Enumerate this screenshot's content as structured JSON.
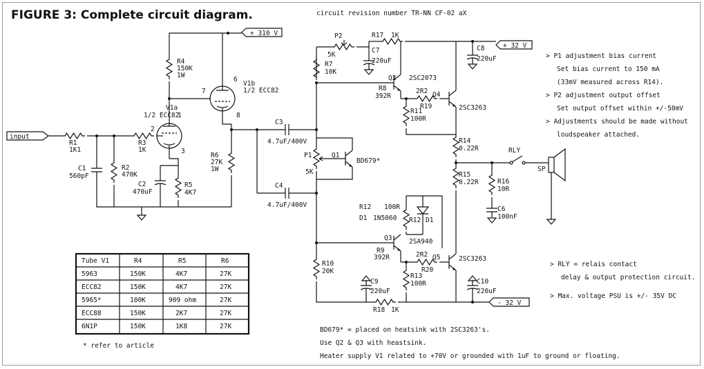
{
  "figure_title": "FIGURE 3: Complete circuit diagram.",
  "revision": "circuit revision number TR-NN CF-02 aX",
  "supply": {
    "hv": "+ 310 V",
    "pos": "+ 32 V",
    "neg": "- 32 V"
  },
  "input_label": "input",
  "components": {
    "R1": {
      "name": "R1",
      "value": "1K1"
    },
    "C1": {
      "name": "C1",
      "value": "560pF"
    },
    "R2": {
      "name": "R2",
      "value": "470K"
    },
    "R3": {
      "name": "R3",
      "value": "1K"
    },
    "R4": {
      "name": "R4",
      "value": "150K",
      "extra": "1W"
    },
    "V1a": {
      "name": "V1a",
      "value": "1/2 ECC82"
    },
    "V1b": {
      "name": "V1b",
      "value": "1/2 ECC82"
    },
    "C2": {
      "name": "C2",
      "value": "470uF"
    },
    "R5": {
      "name": "R5",
      "value": "4K7"
    },
    "R6": {
      "name": "R6",
      "value": "27K",
      "extra": "1W"
    },
    "C3": {
      "name": "C3",
      "value": "4.7uF/400V"
    },
    "C4": {
      "name": "C4",
      "value": "4.7uF/400V"
    },
    "P1": {
      "name": "P1",
      "value": "5K"
    },
    "Q1": {
      "name": "Q1",
      "value": "BD679*"
    },
    "P2": {
      "name": "P2",
      "value": "5K"
    },
    "R7": {
      "name": "R7",
      "value": "10K"
    },
    "C7": {
      "name": "C7",
      "value": "220uF"
    },
    "R17": {
      "name": "R17",
      "value": "1K"
    },
    "C8": {
      "name": "C8",
      "value": "220uF"
    },
    "Q2": {
      "name": "Q2",
      "value": "2SC2073"
    },
    "R8": {
      "name": "R8",
      "value": "392R"
    },
    "R19": {
      "name": "R19",
      "value": "2R2"
    },
    "Q4": {
      "name": "Q4",
      "value": "2SC3263"
    },
    "R11": {
      "name": "R11",
      "value": "100R"
    },
    "R14": {
      "name": "R14",
      "value": "0.22R"
    },
    "R15": {
      "name": "R15",
      "value": "0.22R"
    },
    "R16": {
      "name": "R16",
      "value": "10R"
    },
    "C6": {
      "name": "C6",
      "value": "100nF"
    },
    "RLY": {
      "name": "RLY"
    },
    "SP": {
      "name": "SP"
    },
    "R12": {
      "name": "R12",
      "value": "100R"
    },
    "D1": {
      "name": "D1",
      "value": "1N5060"
    },
    "Q3": {
      "name": "Q3",
      "value": "2SA940"
    },
    "R9": {
      "name": "R9",
      "value": "392R"
    },
    "R20": {
      "name": "R20",
      "value": "2R2"
    },
    "Q5": {
      "name": "Q5",
      "value": "2SC3263"
    },
    "R10": {
      "name": "R10",
      "value": "20K"
    },
    "R13": {
      "name": "R13",
      "value": "100R"
    },
    "C9": {
      "name": "C9",
      "value": "220uF"
    },
    "C10": {
      "name": "C10",
      "value": "220uF"
    },
    "R18": {
      "name": "R18",
      "value": "1K"
    }
  },
  "pins": {
    "p1": "1",
    "p2": "2",
    "p3": "3",
    "p6": "6",
    "p7": "7",
    "p8": "8"
  },
  "notes_top": [
    "> P1 adjustment bias current",
    "Set bias current to 150 mA",
    "(33mV measured across R14).",
    "> P2 adjustment output offset",
    "Set output offset within +/-50mV",
    "> Adjustments should be made without",
    "loudspeaker attached."
  ],
  "notes_bottom_right": [
    "> RLY = relais contact",
    "delay & output protection circuit.",
    "> Max. voltage PSU is +/- 35V DC"
  ],
  "notes_bottom": [
    "BD679* = placed on heatsink with 2SC3263's.",
    "Use Q2 & Q3 with heastsink.",
    "Heater supply V1 related to +70V or grounded with 1uF to ground or floating."
  ],
  "tube_table": {
    "headers": [
      "Tube V1",
      "R4",
      "R5",
      "R6"
    ],
    "rows": [
      [
        "5963",
        "150K",
        "4K7",
        "27K"
      ],
      [
        "ECC82",
        "150K",
        "4K7",
        "27K"
      ],
      [
        "5965*",
        "100K",
        "909 ohm",
        "27K"
      ],
      [
        "ECC88",
        "150K",
        "2K7",
        "27K"
      ],
      [
        "6N1P",
        "150K",
        "1K8",
        "27K"
      ]
    ],
    "footnote": "* refer to article"
  }
}
